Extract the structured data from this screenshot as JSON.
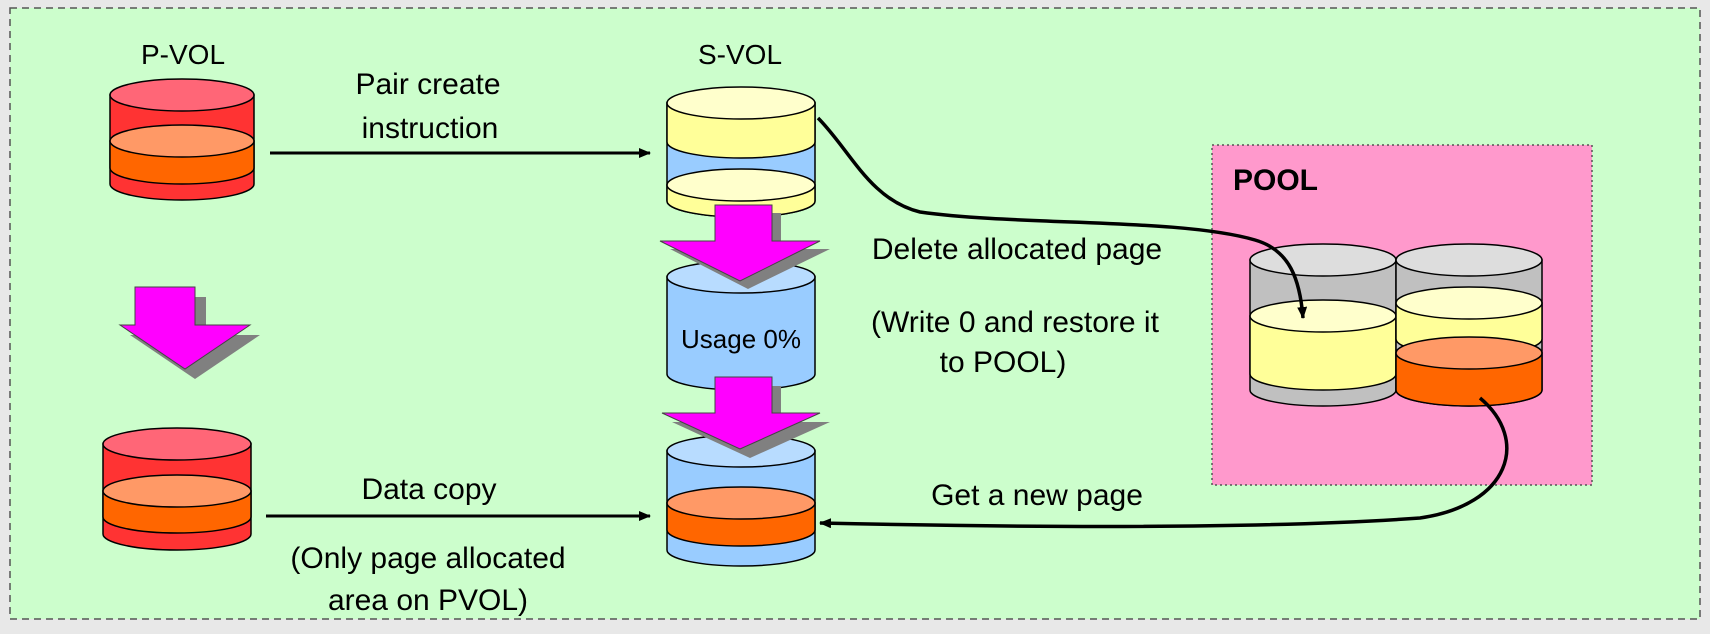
{
  "labels": {
    "pvol": "P-VOL",
    "svol": "S-VOL",
    "pool": "POOL",
    "pair_create_line1": "Pair create",
    "pair_create_line2": "instruction",
    "delete_page": "Delete allocated page",
    "write0_line1": "(Write 0 and restore it",
    "write0_line2": "to POOL)",
    "usage": "Usage 0%",
    "data_copy": "Data copy",
    "only_page_line1": "(Only page allocated",
    "only_page_line2": "area on PVOL)",
    "get_new_page": "Get a new page"
  },
  "colors": {
    "background": "#ccfecc",
    "pool_bg": "#ff99cc",
    "red": "#ff3333",
    "orange": "#ff6600",
    "light_yellow": "#ffff99",
    "light_blue": "#99ccff",
    "gray": "#c0c0c0",
    "magenta": "#ff00ff"
  }
}
